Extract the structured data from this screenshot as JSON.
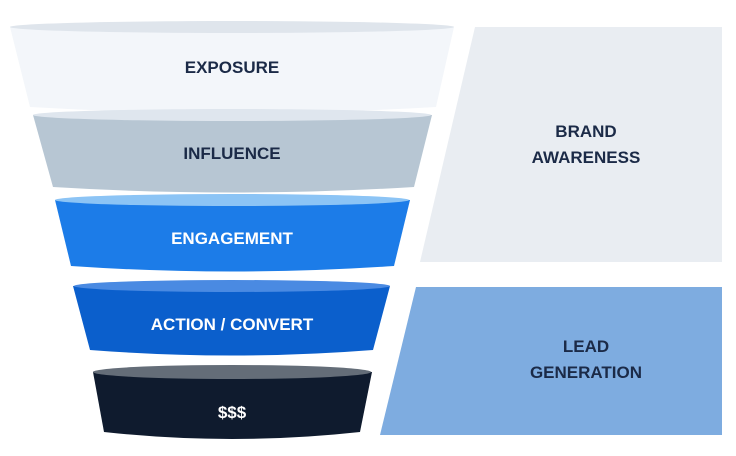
{
  "funnel": {
    "stages": [
      {
        "label": "EXPOSURE",
        "fill": "#f3f6fa",
        "top": "#dfe5ec",
        "text": "#1b2a47"
      },
      {
        "label": "INFLUENCE",
        "fill": "#b7c6d3",
        "top": "#dfe6ee",
        "text": "#1b2a47"
      },
      {
        "label": "ENGAGEMENT",
        "fill": "#1c7ce8",
        "top": "#8cc4f5",
        "text": "#ffffff"
      },
      {
        "label": "ACTION / CONVERT",
        "fill": "#0b5fcc",
        "top": "#4a8ae2",
        "text": "#ffffff"
      },
      {
        "label": "$$$",
        "fill": "#0f1b2e",
        "top": "#646d78",
        "text": "#ffffff"
      }
    ]
  },
  "groups": [
    {
      "lines": [
        "BRAND",
        "AWARENESS"
      ],
      "fill": "#e9edf2",
      "text": "#1b2a47"
    },
    {
      "lines": [
        "LEAD",
        "GENERATION"
      ],
      "fill": "#7eace0",
      "text": "#1b2a47"
    }
  ]
}
